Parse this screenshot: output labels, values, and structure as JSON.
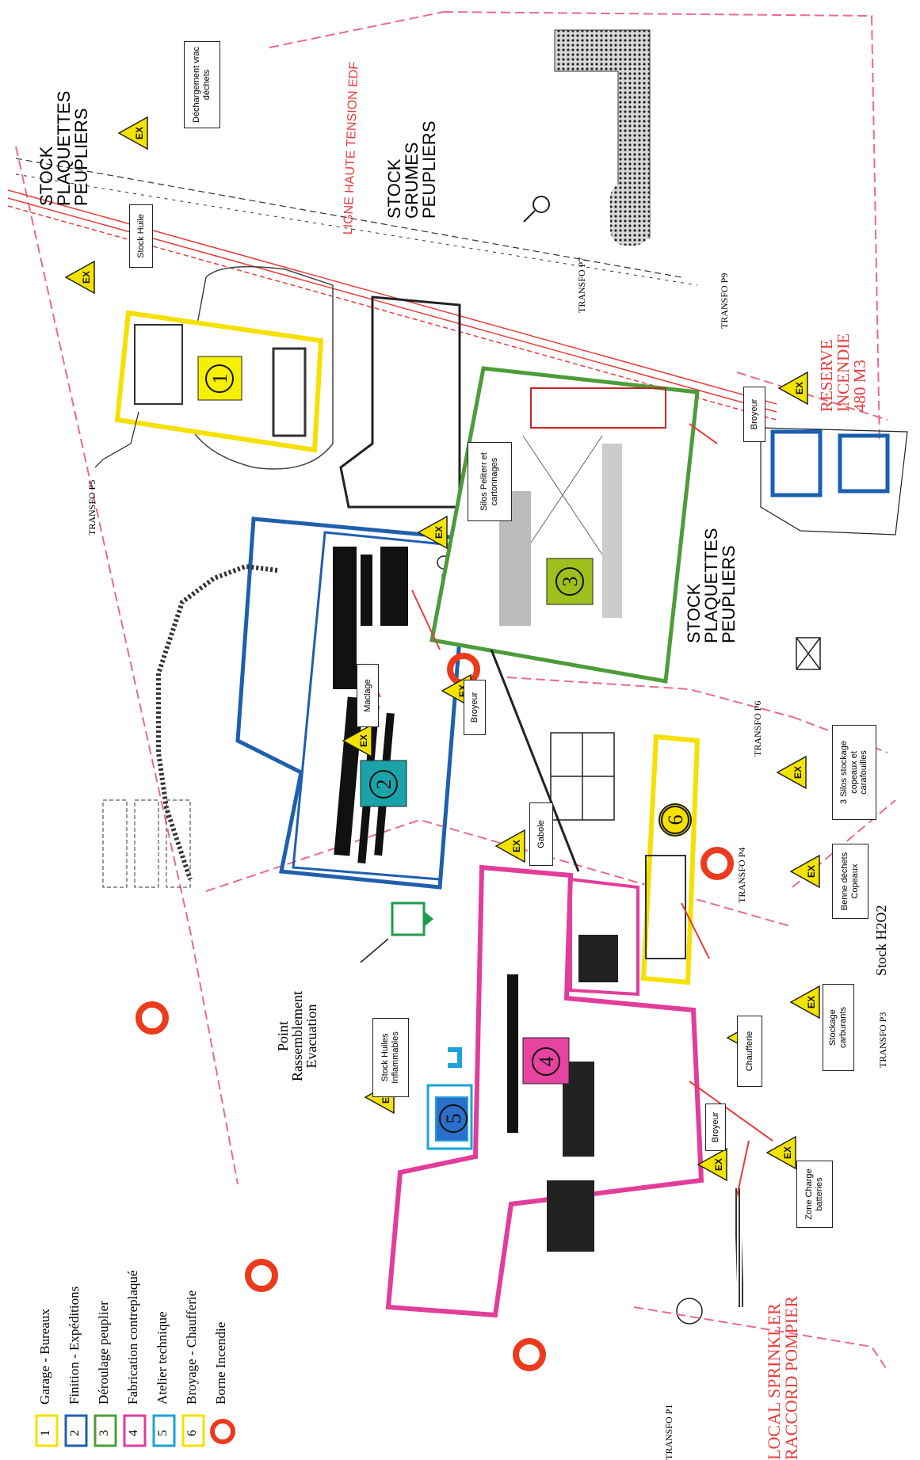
{
  "site_labels": {
    "stock_plaquettes_top": "STOCK\nPLAQUETTES\nPEUPLIERS",
    "stock_grumes": "STOCK\nGRUMES\nPEUPLIERS",
    "stock_plaquettes_right": "STOCK\nPLAQUETTES\nPEUPLIERS",
    "ligne_haute_tension": "LIGNE HAUTE TENSION EDF",
    "reserve_incendie": "RESERVE\nINCENDIE\n480 M3",
    "local_sprinkler": "LOCAL SPRINKLER\nRACCORD POMPIER",
    "point_rassemblement": "Point\nRassemblement\nEvacuation",
    "stock_h2o2": "Stock H2O2"
  },
  "transfos": {
    "p1": "TRANSFO P1",
    "p3": "TRANSFO P3",
    "p4": "TRANSFO P4",
    "p5": "TRANSFO P5",
    "p6": "TRANSFO P6",
    "p7": "TRANSFO P7",
    "p9": "TRANSFO P9"
  },
  "boxes": {
    "dechargement": "Déchargement vrac\ndéchets",
    "stock_huile": "Stock Huile",
    "silos": "Silos Peliterr et\ncartonnages",
    "maclage": "Maclage",
    "broyeur_1": "Broyeur",
    "broyeur_2": "Broyeur",
    "broyeur_3": "Broyeur",
    "gabole": "Gabole",
    "stock_huiles_inflammables": "Stock Huiles\nInflammables",
    "chaufferie": "Chaufferie",
    "stockage_carburants": "Stockage\ncarburants",
    "zone_charge": "Zone Charge\nbatteries",
    "benne_dechets": "Benne déchets\nCopeaux",
    "silos_stockage": "3 Silos stockage\ncopeaux et\ncarafouilles"
  },
  "zones": [
    {
      "num": "1",
      "color": "#f5e000",
      "fill": "#f5ef00"
    },
    {
      "num": "2",
      "color": "#1f5fae",
      "fill": "#1aa3a8"
    },
    {
      "num": "3",
      "color": "#4c9c3a",
      "fill": "#9fbf1d"
    },
    {
      "num": "4",
      "color": "#e23d9b",
      "fill": "#e6449e"
    },
    {
      "num": "5",
      "color": "#1aa3d8",
      "fill": "#2a6fc9"
    },
    {
      "num": "6",
      "color": "#f5e000",
      "fill": "#f5e000"
    }
  ],
  "legend": {
    "items": [
      {
        "num": "1",
        "label": "Garage - Bureaux",
        "color": "#f5e000"
      },
      {
        "num": "2",
        "label": "Finition - Expéditions",
        "color": "#1f5fae"
      },
      {
        "num": "3",
        "label": "Déroulage peuplier",
        "color": "#4c9c3a"
      },
      {
        "num": "4",
        "label": "Fabrication contreplaqué",
        "color": "#e23d9b"
      },
      {
        "num": "5",
        "label": "Atelier technique",
        "color": "#1aa3d8"
      },
      {
        "num": "6",
        "label": "Broyage - Chaufferie",
        "color": "#f5e000"
      }
    ],
    "borne_label": "Borne Incendie"
  },
  "ex_label": "EX",
  "colors": {
    "hydrant": "#ec3b1c",
    "ex_yellow": "#f3e400",
    "red_line": "#e83c3c",
    "pink_boundary": "#e96b8c"
  }
}
